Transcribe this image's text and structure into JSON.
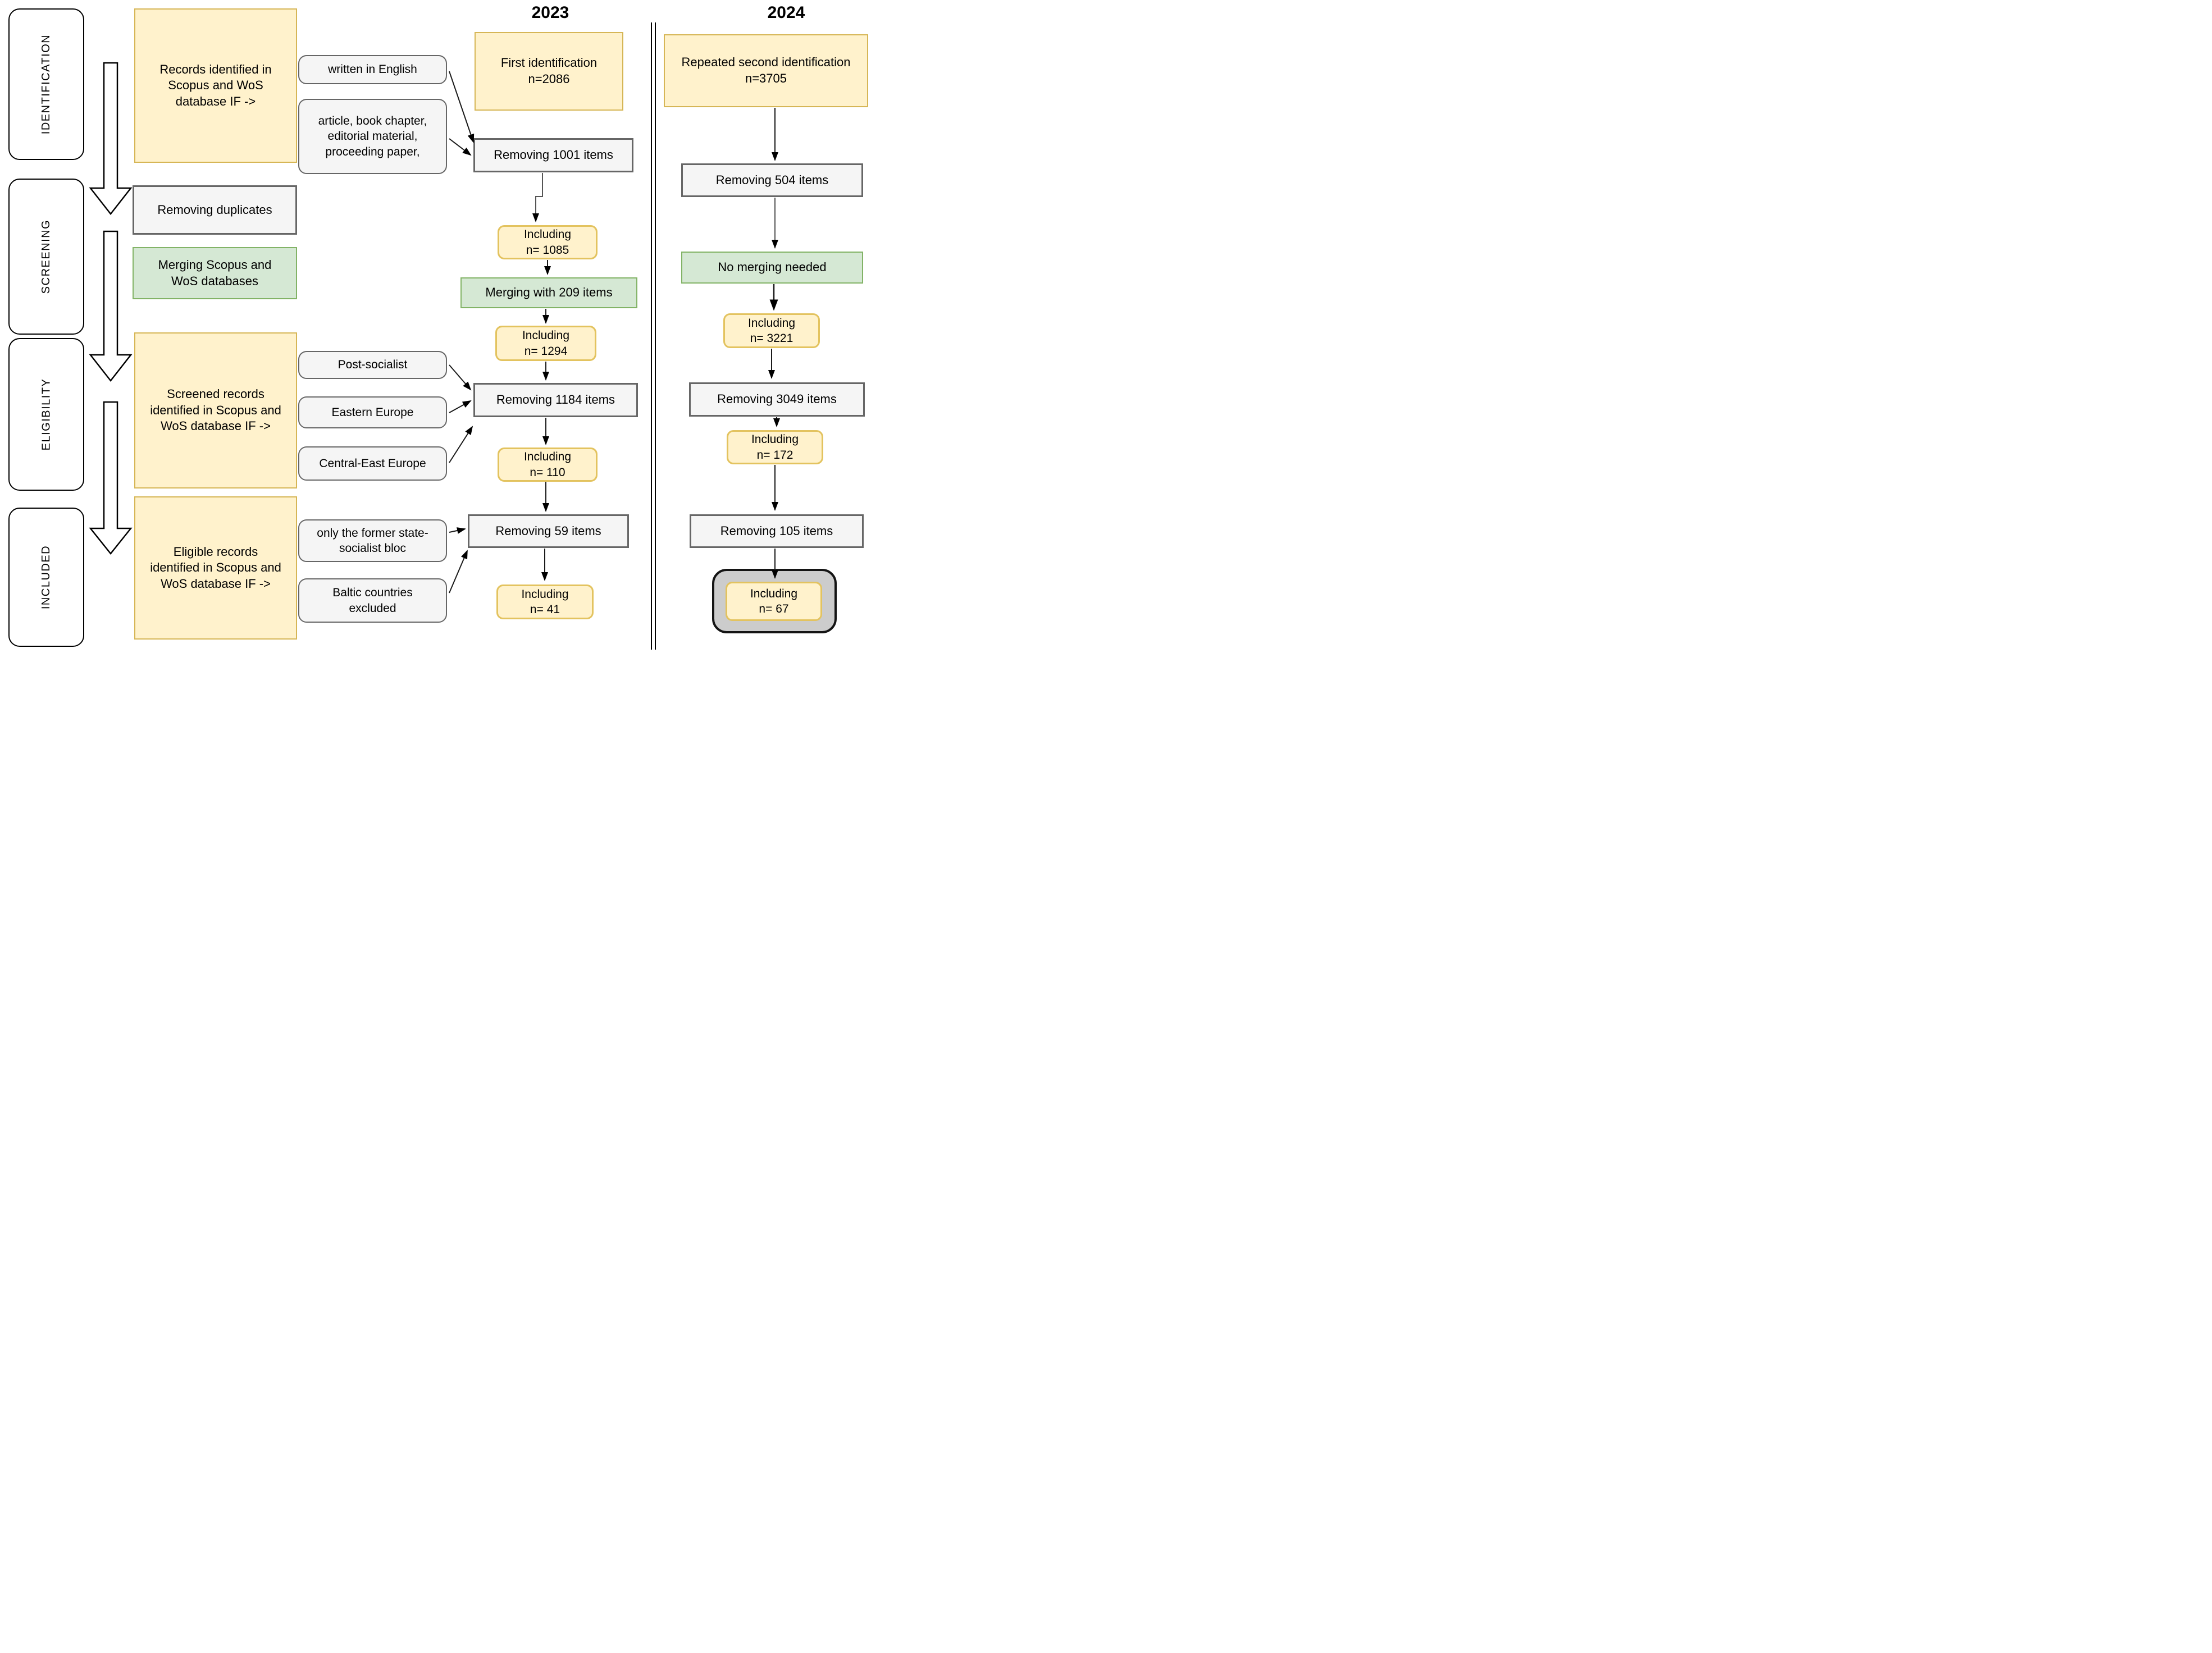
{
  "headers": {
    "y2023": "2023",
    "y2024": "2024"
  },
  "stages": [
    {
      "label": "IDENTIFICATION"
    },
    {
      "label": "SCREENING"
    },
    {
      "label": "ELIGIBILITY"
    },
    {
      "label": "INCLUDED"
    }
  ],
  "left_flow": {
    "records_identified": "Records identified in\nScopus and WoS\ndatabase IF ->",
    "removing_duplicates": "Removing duplicates",
    "merging_databases": "Merging Scopus and\nWoS databases",
    "screened_records": "Screened records\nidentified in Scopus and\nWoS database IF ->",
    "eligible_records": "Eligible records\nidentified in Scopus and\nWoS database IF ->"
  },
  "criteria": {
    "written_in_english": "written in English",
    "article_types": "article, book chapter,\neditorial material,\nproceeding paper,",
    "post_socialist": "Post-socialist",
    "eastern_europe": "Eastern Europe",
    "central_east_europe": "Central-East Europe",
    "state_socialist_bloc": "only the former state-\nsocialist bloc",
    "baltic_excluded": "Baltic countries\nexcluded"
  },
  "flow_2023": {
    "first_identification": "First identification\nn=2086",
    "removing_1001": "Removing 1001 items",
    "including_1085": "Including\nn= 1085",
    "merging_209": "Merging with 209 items",
    "including_1294": "Including\nn= 1294",
    "removing_1184": "Removing 1184 items",
    "including_110": "Including\nn= 110",
    "removing_59": "Removing 59 items",
    "including_41": "Including\nn= 41"
  },
  "flow_2024": {
    "repeated_identification": "Repeated second identification\nn=3705",
    "removing_504": "Removing 504 items",
    "no_merging": "No merging needed",
    "including_3221": "Including\nn= 3221",
    "removing_3049": "Removing 3049 items",
    "including_172": "Including\nn= 172",
    "removing_105": "Removing 105 items",
    "including_67": "Including\nn= 67"
  },
  "colors": {
    "yellow_fill": "#FFF2CC",
    "yellow_border": "#D6B656",
    "gray_fill": "#F5F5F5",
    "gray_border": "#666666",
    "green_fill": "#D5E8D4",
    "green_border": "#82B366",
    "final_highlight_fill": "#CCCCCC",
    "final_highlight_border": "#141414",
    "arrow_color": "#1A1A1A"
  }
}
